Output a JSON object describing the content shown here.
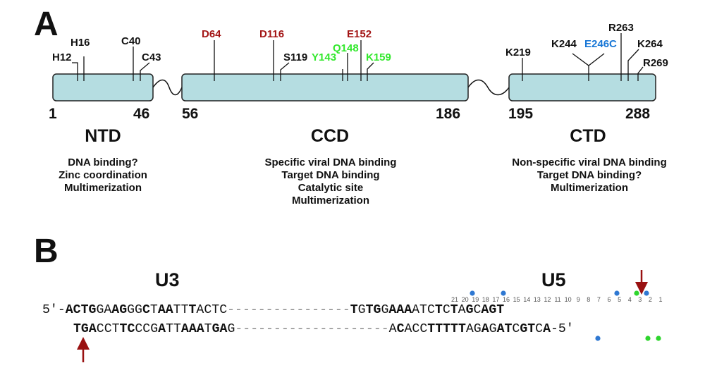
{
  "panel_a_label": "A",
  "panel_b_label": "B",
  "colors": {
    "box_fill": "#b5dde1",
    "black": "#111111",
    "red": "#a31616",
    "green": "#33e82d",
    "blue": "#1877d6",
    "marker_blue": "#2f78d2",
    "marker_green": "#2ed52d",
    "arrow": "#991111"
  },
  "domains": [
    {
      "name": "NTD",
      "start": "1",
      "end": "46",
      "functions": [
        "DNA binding?",
        "Zinc coordination",
        "Multimerization"
      ]
    },
    {
      "name": "CCD",
      "start": "56",
      "end": "186",
      "functions": [
        "Specific viral DNA binding",
        "Target DNA binding",
        "Catalytic site",
        "Multimerization"
      ]
    },
    {
      "name": "CTD",
      "start": "195",
      "end": "288",
      "functions": [
        "Non-specific viral DNA binding",
        "Target DNA binding?",
        "Multimerization"
      ]
    }
  ],
  "residues": [
    {
      "label": "H12",
      "color": "black"
    },
    {
      "label": "H16",
      "color": "black"
    },
    {
      "label": "C40",
      "color": "black"
    },
    {
      "label": "C43",
      "color": "black"
    },
    {
      "label": "D64",
      "color": "red"
    },
    {
      "label": "D116",
      "color": "red"
    },
    {
      "label": "S119",
      "color": "black"
    },
    {
      "label": "Y143",
      "color": "green"
    },
    {
      "label": "Q148",
      "color": "green"
    },
    {
      "label": "E152",
      "color": "red"
    },
    {
      "label": "K159",
      "color": "green"
    },
    {
      "label": "K219",
      "color": "black"
    },
    {
      "label": "K244",
      "color": "black"
    },
    {
      "label": "E246C",
      "color": "blue"
    },
    {
      "label": "R263",
      "color": "black"
    },
    {
      "label": "K264",
      "color": "black"
    },
    {
      "label": "R269",
      "color": "black"
    }
  ],
  "u3_label": "U3",
  "u5_label": "U5",
  "top_prefix": "5'-",
  "bottom_suffix": "-5'",
  "top_u3_seq": "ACTGGAAGGGCTAATTTACTC",
  "top_u3_bold": "1111001100101100100000",
  "top_dashes": "----------------",
  "top_u5_seq": "TGTGGAAAATCTCTAGCAGT",
  "top_u5_bold": "10110111000101010111",
  "bottom_u3_seq": "TGACCTTCCCGATTAAATGAG",
  "bottom_u3_bold": "111000110001001110110",
  "bottom_dashes": "--------------------",
  "bottom_u5_seq": "ACACCTTTTTAGAGATCGTCA",
  "bottom_u5_bold": "010001111100101101101",
  "position_numbers": [
    "21",
    "20",
    "19",
    "18",
    "17",
    "16",
    "15",
    "14",
    "13",
    "12",
    "11",
    "10",
    "9",
    "8",
    "7",
    "6",
    "5",
    "4",
    "3",
    "2",
    "1"
  ]
}
